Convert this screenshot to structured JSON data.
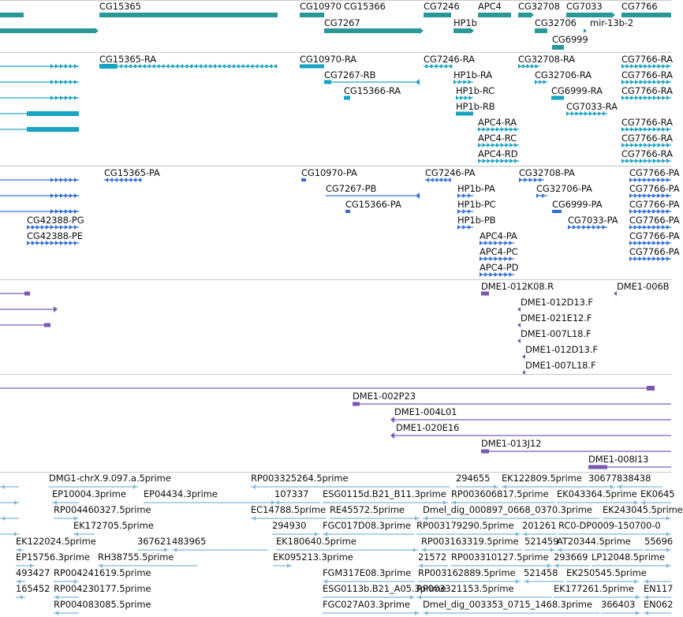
{
  "colors": {
    "gene": "#2a9898",
    "transcript": "#17a3c2",
    "protein": "#2f6ed6",
    "clone": "#7a58b2",
    "est": "#7ab6d9",
    "separator": "#c8c8c8"
  },
  "tracks": [
    {
      "name": "genes",
      "color_key": "gene",
      "labels": [
        "CG15365",
        "CG10970",
        "CG15366",
        "CG7246",
        "APC4",
        "CG32708",
        "CG7033",
        "CG7766",
        "CG7267",
        "HP1b",
        "CG32706",
        "mir-13b-2",
        "CG6999"
      ]
    },
    {
      "name": "transcripts",
      "color_key": "transcript",
      "labels": [
        "CG15365-RA",
        "CG10970-RA",
        "CG7246-RA",
        "CG32708-RA",
        "CG7766-RA",
        "CG7267-RB",
        "HP1b-RA",
        "CG32706-RA",
        "CG7766-RA",
        "CG15366-RA",
        "HP1b-RC",
        "CG6999-RA",
        "CG7766-RA",
        "HP1b-RB",
        "CG7033-RA",
        "APC4-RA",
        "CG7766-RA",
        "APC4-RC",
        "CG7766-RA",
        "APC4-RD",
        "CG7766-RA"
      ]
    },
    {
      "name": "proteins",
      "color_key": "protein",
      "labels": [
        "CG15365-PA",
        "CG10970-PA",
        "CG7246-PA",
        "CG32708-PA",
        "CG7766-PA",
        "CG7267-PB",
        "HP1b-PA",
        "CG32706-PA",
        "CG7766-PA",
        "CG15366-PA",
        "HP1b-PC",
        "CG6999-PA",
        "CG7766-PA",
        "CG42388-PG",
        "HP1b-PB",
        "CG7033-PA",
        "CG7766-PA",
        "CG42388-PE",
        "APC4-PA",
        "CG7766-PA",
        "APC4-PC",
        "CG7766-PA",
        "APC4-PD"
      ]
    },
    {
      "name": "clones-short",
      "color_key": "clone",
      "labels": [
        "DME1-012K08.R",
        "DME1-006B",
        "DME1-012D13.F",
        "DME1-021E12.F",
        "DME1-007L18.F",
        "DME1-012D13.F",
        "DME1-007L18.F"
      ]
    },
    {
      "name": "clones-long",
      "color_key": "clone",
      "labels": [
        "DME1-002P23",
        "DME1-004L01",
        "DME1-020E16",
        "DME1-013J12",
        "DME1-008I13"
      ]
    },
    {
      "name": "ests",
      "color_key": "est",
      "labels": [
        "DMG1-chrX.9.097.a.5prime",
        "RP003325264.5prime",
        "294655",
        "EK122809.5prime",
        "30677",
        "838438",
        "EP10004.3prime",
        "EP04434.3prime",
        "107337",
        "ESG0115d.B21_B11.3prime",
        "RP003606817.5prime",
        "EK043364.5prime",
        "EK0645",
        "RP004460327.5prime",
        "EC14788.5prime",
        "RE45572.5prime",
        "Dmel_dig_000897_0668_0370.3prime",
        "EK243045.5prime",
        "EK172705.5prime",
        "294930",
        "FGC017D08.3prime",
        "RP003179290.5prime",
        "201261",
        "RC0-DP0009-150700-0",
        "EK122024.5prime",
        "367621",
        "483965",
        "EK180640.5prime",
        "RP003163319.5prime",
        "521459",
        "AT20344.5prime",
        "55696",
        "EP15756.3prime",
        "RH38755.5prime",
        "EK095213.3prime",
        "21572",
        "RP003310127.5prime",
        "293669",
        "LP12048.5prime",
        "493427",
        "RP004241619.5prime",
        "FGM317E08.3prime",
        "RP003162889.5prime",
        "521458",
        "EK250545.5prime",
        "165452",
        "RP004230177.5prime",
        "ESG0113b.B21_A05.3prime",
        "RP003321153.5prime",
        "EK177261.5prime",
        "EN117",
        "RP004083085.5prime",
        "FGC027A03.3prime",
        "Dmel_dig_003353_0715_1468.3prime",
        "366403",
        "EN062"
      ]
    }
  ]
}
